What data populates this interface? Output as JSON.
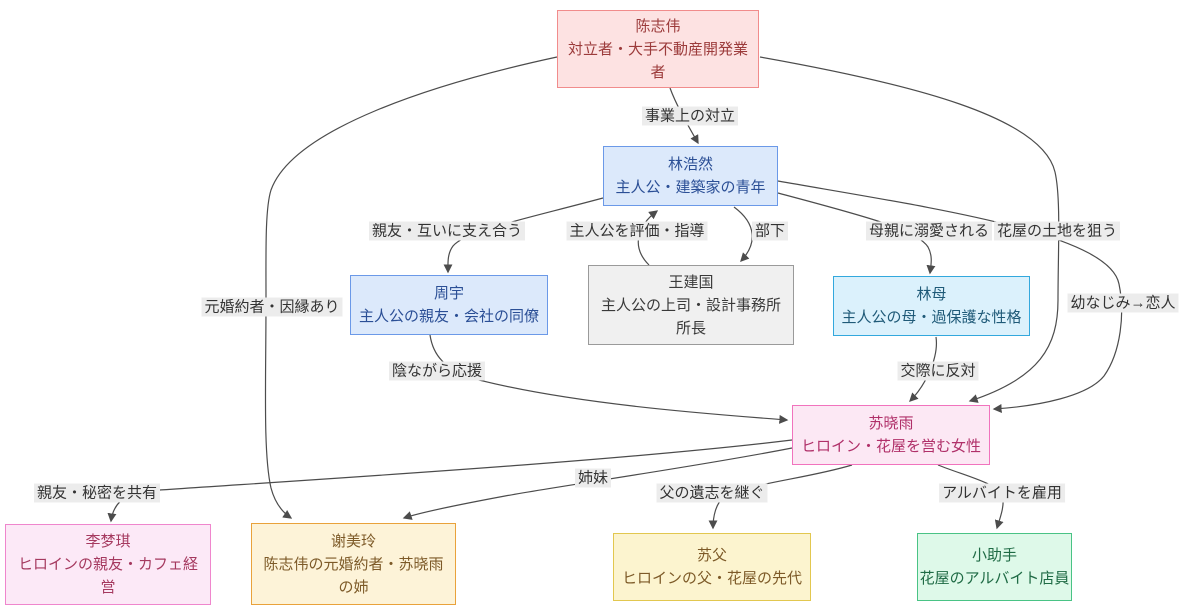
{
  "canvas": {
    "background": "#ffffff",
    "edge_color": "#4c4c4c",
    "edge_label_bg": "#ececec",
    "edge_label_text": "#333333"
  },
  "nodes": {
    "chen": {
      "name": "陈志伟",
      "desc": "対立者・大手不動産開発業\n者",
      "fill": "#fde2e2",
      "border": "#f18c8c",
      "text": "#9c3b3b"
    },
    "lin": {
      "name": "林浩然",
      "desc": "主人公・建築家の青年",
      "fill": "#dce9fb",
      "border": "#6b99e8",
      "text": "#2b4f96"
    },
    "zhou": {
      "name": "周宇",
      "desc": "主人公の親友・会社の同僚",
      "fill": "#dce9fb",
      "border": "#6b99e8",
      "text": "#2b4f96"
    },
    "wang": {
      "name": "王建国",
      "desc": "主人公の上司・設計事務所\n所長",
      "fill": "#f0f0f0",
      "border": "#9a9a9a",
      "text": "#3a3a3a"
    },
    "linmu": {
      "name": "林母",
      "desc": "主人公の母・過保護な性格",
      "fill": "#dbf1fc",
      "border": "#33a8dd",
      "text": "#1f5a78"
    },
    "su": {
      "name": "苏晓雨",
      "desc": "ヒロイン・花屋を営む女性",
      "fill": "#fce8f4",
      "border": "#f173bd",
      "text": "#b03069"
    },
    "li": {
      "name": "李梦琪",
      "desc": "ヒロインの親友・カフェ経\n営",
      "fill": "#fce9f7",
      "border": "#ef86cd",
      "text": "#a5395f"
    },
    "xie": {
      "name": "谢美玲",
      "desc": "陈志伟の元婚約者・苏晓雨\nの姉",
      "fill": "#fdf3d8",
      "border": "#e9a23b",
      "text": "#7d5a28"
    },
    "sufu": {
      "name": "苏父",
      "desc": "ヒロインの父・花屋の先代",
      "fill": "#fcf4cf",
      "border": "#e2c74f",
      "text": "#7d5a28"
    },
    "helper": {
      "name": "小助手",
      "desc": "花屋のアルバイト店員",
      "fill": "#def9e9",
      "border": "#49c385",
      "text": "#1f6b45"
    }
  },
  "edges": [
    {
      "from": "陈志伟",
      "to": "林浩然",
      "label": "事業上の対立"
    },
    {
      "from": "林浩然",
      "to": "周宇",
      "label": "親友・互いに支え合う"
    },
    {
      "from": "王建国",
      "to": "林浩然",
      "label": "主人公を評価・指導"
    },
    {
      "from": "林浩然",
      "to": "王建国",
      "label": "部下"
    },
    {
      "from": "林浩然",
      "to": "林母",
      "label": "母親に溺愛される"
    },
    {
      "from": "陈志伟",
      "to": "苏晓雨",
      "label": "花屋の土地を狙う"
    },
    {
      "from": "林浩然",
      "to": "苏晓雨",
      "label": "幼なじみ→恋人"
    },
    {
      "from": "陈志伟",
      "to": "谢美玲",
      "label": "元婚約者・因縁あり"
    },
    {
      "from": "周宇",
      "to": "苏晓雨",
      "label": "陰ながら応援"
    },
    {
      "from": "林母",
      "to": "苏晓雨",
      "label": "交際に反対"
    },
    {
      "from": "苏晓雨",
      "to": "李梦琪",
      "label": "親友・秘密を共有"
    },
    {
      "from": "苏晓雨",
      "to": "谢美玲",
      "label": "姉妹"
    },
    {
      "from": "苏晓雨",
      "to": "苏父",
      "label": "父の遺志を継ぐ"
    },
    {
      "from": "苏晓雨",
      "to": "小助手",
      "label": "アルバイトを雇用"
    }
  ]
}
